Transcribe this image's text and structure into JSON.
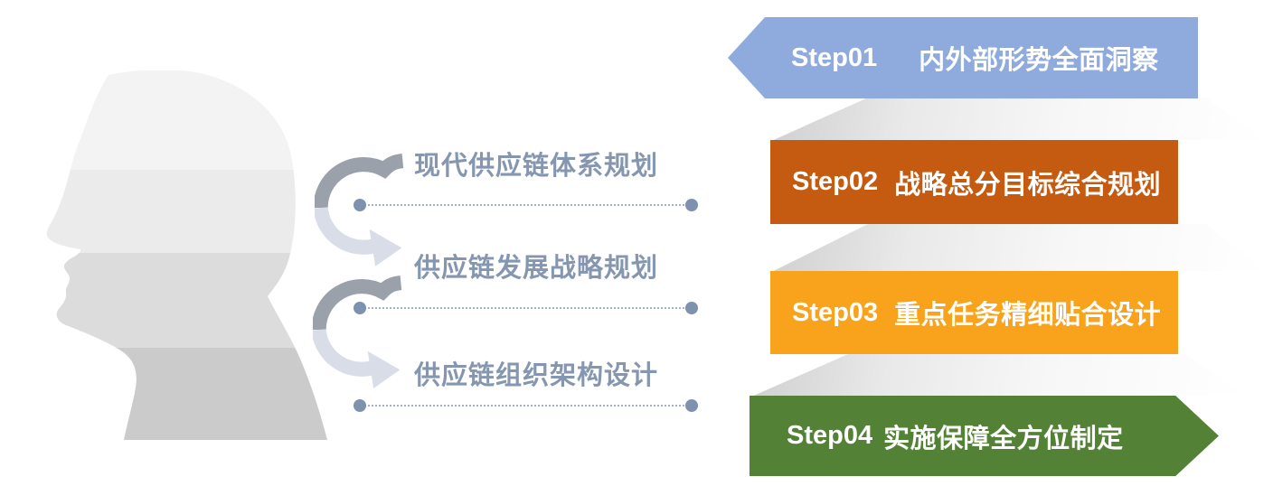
{
  "banners": [
    {
      "step": "Step01",
      "title": "内外部形势全面洞察",
      "color": "#8FAADC"
    },
    {
      "step": "Step02",
      "title": "战略总分目标综合规划",
      "color": "#C55A11"
    },
    {
      "step": "Step03",
      "title": "重点任务精细贴合设计",
      "color": "#F9A21B"
    },
    {
      "step": "Step04",
      "title": "实施保障全方位制定",
      "color": "#538135"
    }
  ],
  "planning_items": [
    {
      "label": "现代供应链体系规划"
    },
    {
      "label": "供应链发展战略规划"
    },
    {
      "label": "供应链组织架构设计"
    }
  ],
  "colors": {
    "item_text": "#8496B0",
    "dotted_line": "#9FB3CE",
    "dot": "#7E92B0",
    "arrow_dark": "#9BA1AB",
    "arrow_light": "#D8DDE8",
    "head_bands": [
      "#F3F3F3",
      "#EBEBEB",
      "#DCDCDC",
      "#CBCBCB"
    ]
  }
}
